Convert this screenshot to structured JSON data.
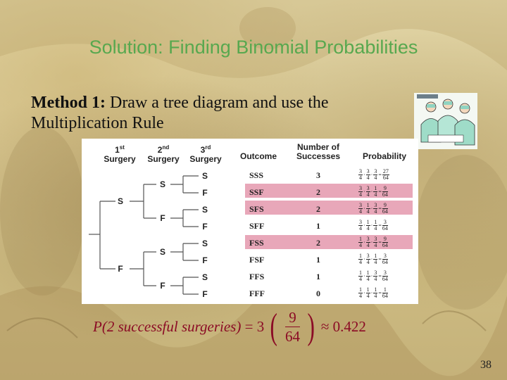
{
  "slide": {
    "title": "Solution: Finding Binomial Probabilities",
    "method_label": "Method 1:",
    "method_text": "Draw a tree diagram and use the Multiplication Rule",
    "page_number": "38"
  },
  "tree": {
    "headers": {
      "first_num": "1",
      "first_sup": "st",
      "first_word": "Surgery",
      "second_num": "2",
      "second_sup": "nd",
      "second_word": "Surgery",
      "third_num": "3",
      "third_sup": "rd",
      "third_word": "Surgery",
      "outcome": "Outcome",
      "successes_line1": "Number of",
      "successes_line2": "Successes",
      "probability": "Probability"
    },
    "level1": [
      "S",
      "F"
    ],
    "level2": [
      "S",
      "F",
      "S",
      "F"
    ],
    "level3": [
      "S",
      "F",
      "S",
      "F",
      "S",
      "F",
      "S",
      "F"
    ],
    "rows": [
      {
        "outcome": "SSS",
        "successes": "3",
        "factors": [
          [
            "3",
            "4"
          ],
          [
            "3",
            "4"
          ],
          [
            "3",
            "4"
          ]
        ],
        "result": [
          "27",
          "64"
        ],
        "highlight": false
      },
      {
        "outcome": "SSF",
        "successes": "2",
        "factors": [
          [
            "3",
            "4"
          ],
          [
            "3",
            "4"
          ],
          [
            "1",
            "4"
          ]
        ],
        "result": [
          "9",
          "64"
        ],
        "highlight": true
      },
      {
        "outcome": "SFS",
        "successes": "2",
        "factors": [
          [
            "3",
            "4"
          ],
          [
            "1",
            "4"
          ],
          [
            "3",
            "4"
          ]
        ],
        "result": [
          "9",
          "64"
        ],
        "highlight": true
      },
      {
        "outcome": "SFF",
        "successes": "1",
        "factors": [
          [
            "3",
            "4"
          ],
          [
            "1",
            "4"
          ],
          [
            "1",
            "4"
          ]
        ],
        "result": [
          "3",
          "64"
        ],
        "highlight": false
      },
      {
        "outcome": "FSS",
        "successes": "2",
        "factors": [
          [
            "1",
            "4"
          ],
          [
            "3",
            "4"
          ],
          [
            "3",
            "4"
          ]
        ],
        "result": [
          "9",
          "64"
        ],
        "highlight": true
      },
      {
        "outcome": "FSF",
        "successes": "1",
        "factors": [
          [
            "1",
            "4"
          ],
          [
            "3",
            "4"
          ],
          [
            "1",
            "4"
          ]
        ],
        "result": [
          "3",
          "64"
        ],
        "highlight": false
      },
      {
        "outcome": "FFS",
        "successes": "1",
        "factors": [
          [
            "1",
            "4"
          ],
          [
            "1",
            "4"
          ],
          [
            "3",
            "4"
          ]
        ],
        "result": [
          "3",
          "64"
        ],
        "highlight": false
      },
      {
        "outcome": "FFF",
        "successes": "0",
        "factors": [
          [
            "1",
            "4"
          ],
          [
            "1",
            "4"
          ],
          [
            "1",
            "4"
          ]
        ],
        "result": [
          "1",
          "64"
        ],
        "highlight": false
      }
    ]
  },
  "formula": {
    "lhs": "P(2 successful surgeries)",
    "equals": "=",
    "coefficient": "3",
    "numerator": "9",
    "denominator": "64",
    "approx": "≈",
    "value": "0.422"
  },
  "colors": {
    "title": "#58a84f",
    "highlight_band": "#e8a7b9",
    "formula": "#8b0b25"
  },
  "icons": {
    "clipart": "surgeons-clipart-icon"
  }
}
